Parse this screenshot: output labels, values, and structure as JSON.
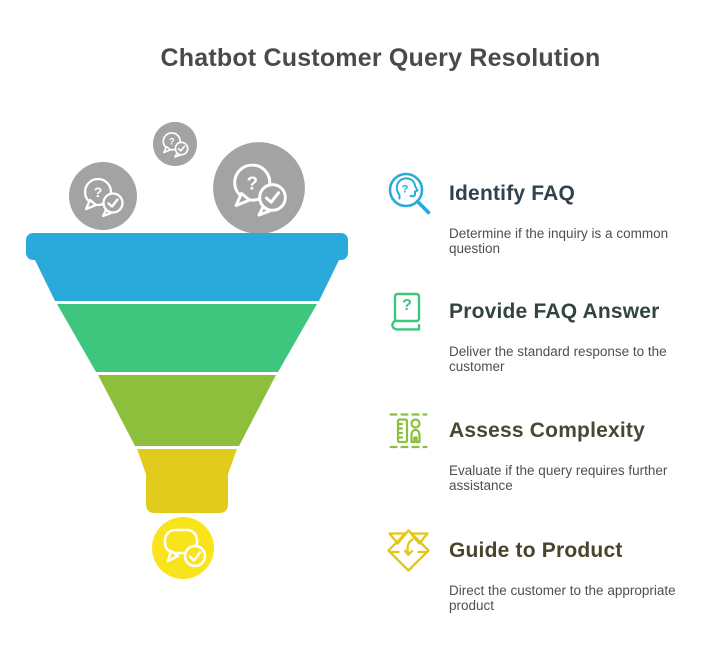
{
  "title": "Chatbot Customer Query Resolution",
  "palette": {
    "title_color": "#4a4a4a",
    "gray": "#a3a3a3",
    "description_color": "#4f4f4f"
  },
  "funnel": {
    "colors": [
      "#2aa9db",
      "#3ec57e",
      "#8dbf3c",
      "#e1cb1d"
    ],
    "drop_color": "#f9e31b",
    "question_glyph": "?"
  },
  "steps": [
    {
      "icon": "magnifier-head-question-icon",
      "icon_glyph": "?",
      "title": "Identify FAQ",
      "description": "Determine if the inquiry is a common question",
      "accent": "#29a9dc",
      "title_color": "#31424c"
    },
    {
      "icon": "book-question-icon",
      "icon_glyph": "?",
      "title": "Provide FAQ Answer",
      "description": "Deliver the standard response to the customer",
      "accent": "#3ec57e",
      "title_color": "#33453b"
    },
    {
      "icon": "ruler-person-icon",
      "title": "Assess Complexity",
      "description": "Evaluate if the query requires further assistance",
      "accent": "#8cbf3f",
      "title_color": "#454a33"
    },
    {
      "icon": "funnel-arrow-icon",
      "title": "Guide to Product",
      "description": "Direct the customer to the appropriate product",
      "accent": "#e3c713",
      "title_color": "#48452b"
    }
  ]
}
